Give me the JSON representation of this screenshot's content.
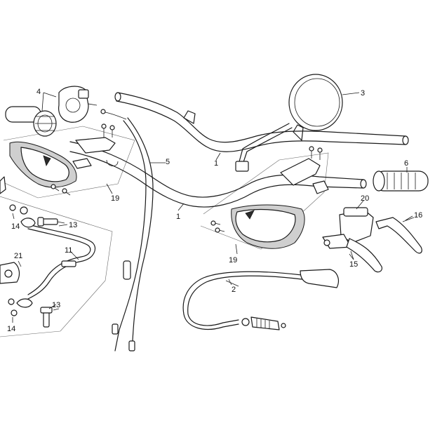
{
  "callouts": {
    "c1a": "1",
    "c1b": "1",
    "c2": "2",
    "c3": "3",
    "c4": "4",
    "c5": "5",
    "c6": "6",
    "c11": "11",
    "c13a": "13",
    "c13b": "13",
    "c14a": "14",
    "c14b": "14",
    "c15": "15",
    "c16": "16",
    "c19a": "19",
    "c19b": "19",
    "c20": "20",
    "c21": "21"
  }
}
